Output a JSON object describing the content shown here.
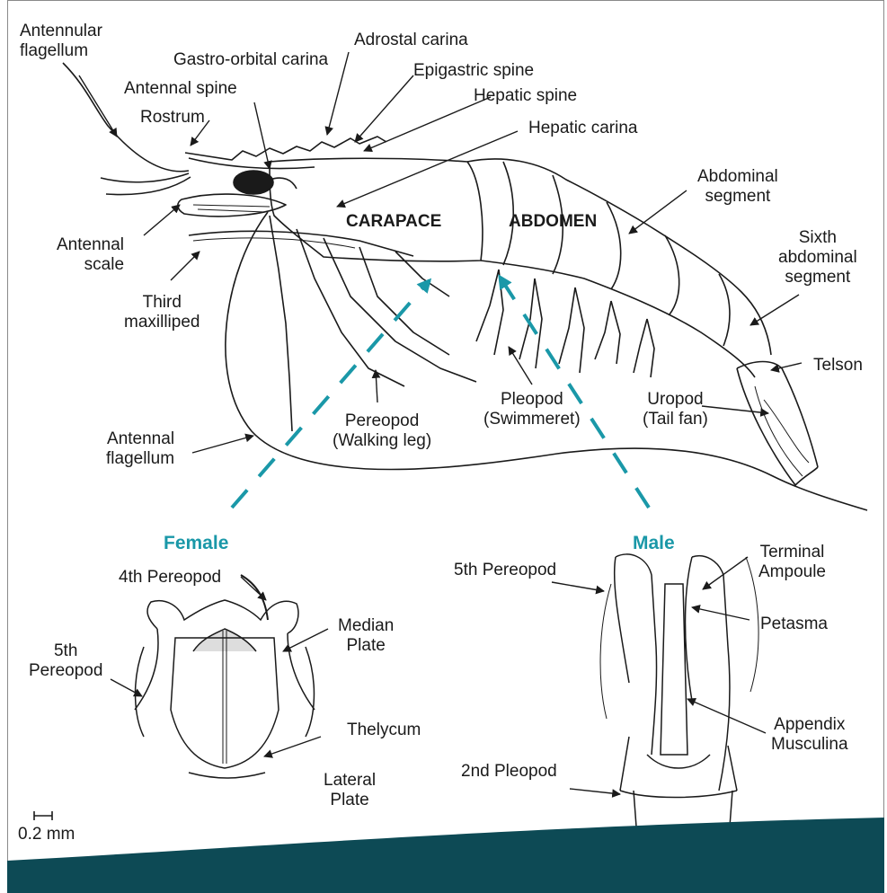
{
  "colors": {
    "accent": "#1a98a8",
    "footer": "#0d4a55",
    "line": "#1a1a1a"
  },
  "labels": {
    "antennular_flagellum": [
      "Antennular",
      "flagellum"
    ],
    "gastro_orbital_carina": "Gastro-orbital carina",
    "adrostal_carina": "Adrostal carina",
    "epigastric_spine": "Epigastric spine",
    "antennal_spine": "Antennal spine",
    "hepatic_spine": "Hepatic spine",
    "rostrum": "Rostrum",
    "hepatic_carina": "Hepatic carina",
    "abdominal_segment": [
      "Abdominal",
      "segment"
    ],
    "carapace": "CARAPACE",
    "abdomen": "ABDOMEN",
    "antennal_scale": [
      "Antennal",
      "scale"
    ],
    "sixth_abdominal_segment": [
      "Sixth",
      "abdominal",
      "segment"
    ],
    "third_maxilliped": [
      "Third",
      "maxilliped"
    ],
    "telson": "Telson",
    "pleopod": [
      "Pleopod",
      "(Swimmeret)"
    ],
    "uropod": [
      "Uropod",
      "(Tail fan)"
    ],
    "pereopod": [
      "Pereopod",
      "(Walking leg)"
    ],
    "antennal_flagellum": [
      "Antennal",
      "flagellum"
    ]
  },
  "female": {
    "title": "Female",
    "fourth_pereopod": "4th Pereopod",
    "fifth_pereopod": [
      "5th",
      "Pereopod"
    ],
    "median_plate": [
      "Median",
      "Plate"
    ],
    "thelycum": "Thelycum",
    "lateral_plate": [
      "Lateral",
      "Plate"
    ],
    "scale": "0.2 mm"
  },
  "male": {
    "title": "Male",
    "fifth_pereopod": "5th Pereopod",
    "terminal_ampoule": [
      "Terminal",
      "Ampoule"
    ],
    "petasma": "Petasma",
    "appendix_musculina": [
      "Appendix",
      "Musculina"
    ],
    "second_pleopod": "2nd Pleopod"
  }
}
